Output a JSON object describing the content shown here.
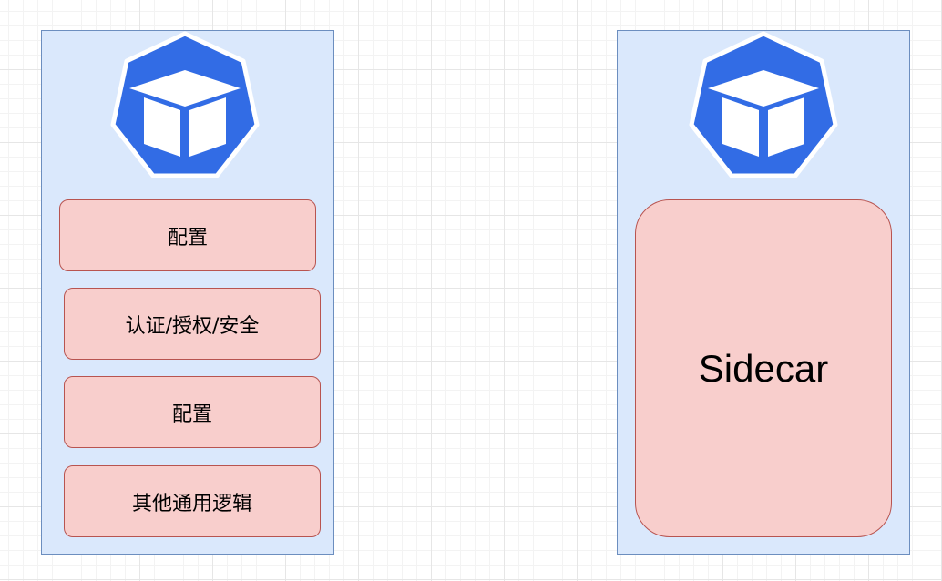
{
  "colors": {
    "pod_fill": "#dae8fc",
    "pod_stroke": "#6c8ebf",
    "box_fill": "#f8cecc",
    "box_stroke": "#b85450",
    "logo_blue": "#326ce5"
  },
  "left_pod": {
    "icon": "kubernetes-pod-icon",
    "boxes": [
      {
        "label": "配置"
      },
      {
        "label": "认证/授权/安全"
      },
      {
        "label": "配置"
      },
      {
        "label": "其他通用逻辑"
      }
    ]
  },
  "right_pod": {
    "icon": "kubernetes-pod-icon",
    "sidecar": {
      "label": "Sidecar"
    }
  }
}
